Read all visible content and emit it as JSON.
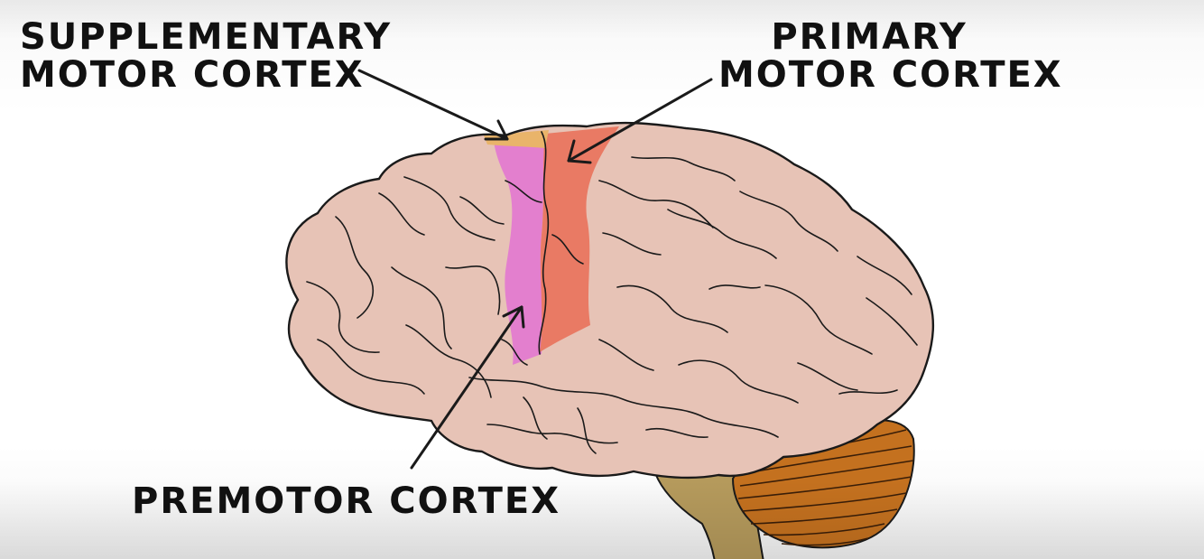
{
  "labels": {
    "supplementary_motor_cortex": {
      "line1": "SUPPLEMENTARY",
      "line2": "MOTOR CORTEX"
    },
    "primary_motor_cortex": {
      "line1": "PRIMARY",
      "line2": "MOTOR CORTEX"
    },
    "premotor_cortex": {
      "line1": "PREMOTOR CORTEX"
    }
  },
  "colors": {
    "cortex": "#e7c3b6",
    "supplementary_motor_cortex": "#e9b46a",
    "primary_motor_cortex": "#e97a64",
    "premotor_cortex": "#e37fce",
    "cerebellum": "#c4711f",
    "brainstem": "#b59a5c",
    "outline": "#1a1a1a"
  }
}
